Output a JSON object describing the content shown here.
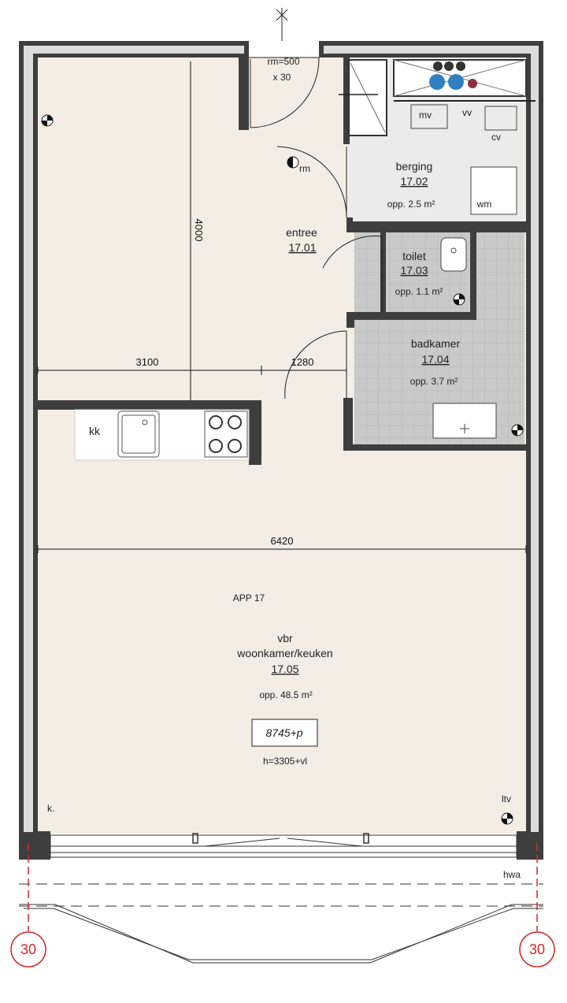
{
  "rooms": {
    "berging": {
      "name": "berging",
      "number": "17.02",
      "area": "opp.  2.5 m²"
    },
    "entree": {
      "name": "entree",
      "number": "17.01"
    },
    "toilet": {
      "name": "toilet",
      "number": "17.03",
      "area": "opp.  1.1 m²"
    },
    "badkamer": {
      "name": "badkamer",
      "number": "17.04",
      "area": "opp.  3.7 m²"
    },
    "woonkamer": {
      "prefix": "vbr",
      "name": "woonkamer/keuken",
      "number": "17.05",
      "area": "opp.  48.5 m²"
    }
  },
  "labels": {
    "rm_top_1": "rm=500",
    "rm_top_2": "x 30",
    "rm": "rm",
    "mv": "mv",
    "vv": "vv",
    "cv": "cv",
    "wm": "wm",
    "kk": "kk",
    "app": "APP 17",
    "level": "8745+p",
    "height": "h=3305+vl",
    "ltv": "ltv",
    "k": "k.",
    "hwa": "hwa",
    "grid_left": "30",
    "grid_right": "30"
  },
  "dimensions": {
    "d4000": "4000",
    "d3100": "3100",
    "d1280": "1280",
    "d6420": "6420"
  },
  "colors": {
    "wall": "#3e3e3e",
    "floor_wood": "#f4ede6",
    "floor_tile": "#c9c9c9",
    "floor_berging": "#ebebeb",
    "grid_red": "#d42a2a"
  }
}
